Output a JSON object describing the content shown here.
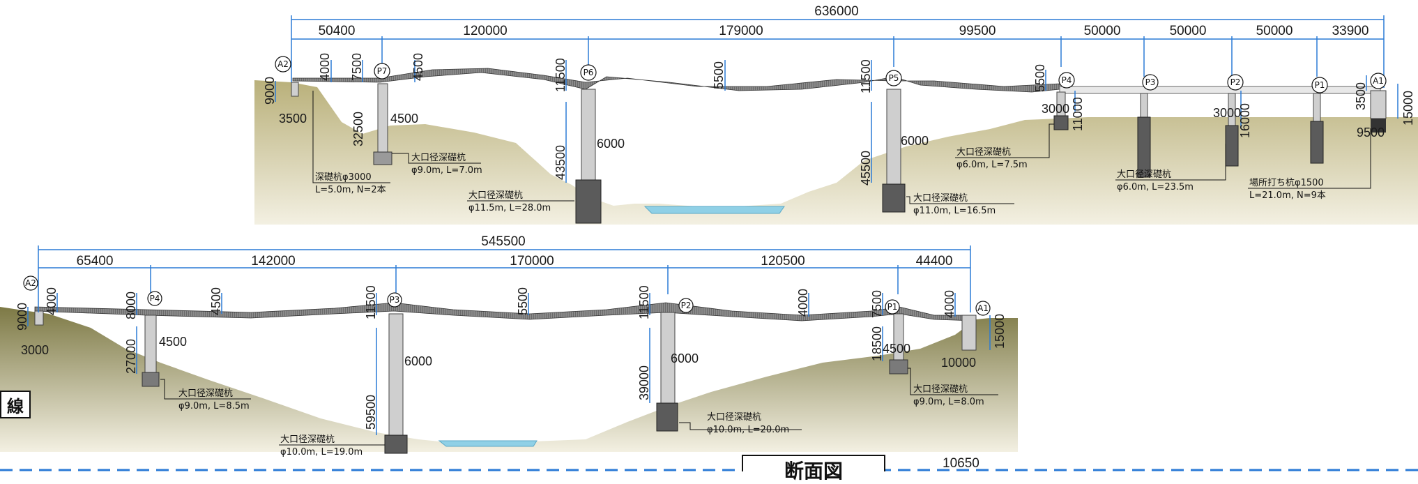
{
  "upper": {
    "total_span": "636000",
    "spans": [
      "50400",
      "120000",
      "179000",
      "99500",
      "50000",
      "50000",
      "50000",
      "33900"
    ],
    "supports": [
      "A2",
      "P7",
      "P6",
      "P5",
      "P4",
      "P3",
      "P2",
      "P1",
      "A1"
    ],
    "dims": {
      "a2_height": "9000",
      "a2_width": "3500",
      "p7_girder": "4000",
      "p7_top": "7500",
      "p7_after": "4500",
      "p7_height": "32500",
      "p7_width": "4500",
      "p6_top": "11500",
      "p6_height": "43500",
      "p6_width": "6000",
      "mid_span": "5500",
      "p5_top": "11500",
      "p5_height": "45500",
      "p5_width": "6000",
      "p4_top": "5500",
      "p4_width": "3000",
      "p4_height": "11000",
      "p2_width": "3000",
      "p2_height": "16000",
      "a1_top": "3500",
      "a1_height": "15000",
      "a1_width": "9500"
    },
    "foundations": {
      "a2": {
        "type": "深礎杭φ3000",
        "spec": "L=5.0m, N=2本"
      },
      "p7": {
        "type": "大口径深礎杭",
        "spec": "φ9.0m, L=7.0m"
      },
      "p6": {
        "type": "大口径深礎杭",
        "spec": "φ11.5m, L=28.0m"
      },
      "p5": {
        "type": "大口径深礎杭",
        "spec": "φ11.0m, L=16.5m"
      },
      "p4": {
        "type": "大口径深礎杭",
        "spec": "φ6.0m, L=7.5m"
      },
      "p2": {
        "type": "大口径深礎杭",
        "spec": "φ6.0m, L=23.5m"
      },
      "a1": {
        "type": "場所打ち杭φ1500",
        "spec": "L=21.0m, N=9本"
      }
    }
  },
  "lower": {
    "total_span": "545500",
    "spans": [
      "65400",
      "142000",
      "170000",
      "120500",
      "44400"
    ],
    "supports": [
      "A2",
      "P4",
      "P3",
      "P2",
      "P1",
      "A1"
    ],
    "dims": {
      "a2_height": "9000",
      "a2_width": "3000",
      "p4_girder": "4000",
      "p4_top": "8000",
      "p4_after": "4500",
      "p4_height": "27000",
      "p4_width": "4500",
      "p3_top": "11500",
      "p3_height": "59500",
      "p3_width": "6000",
      "mid_span": "5500",
      "p2_top": "11500",
      "p2_height": "39000",
      "p2_width": "6000",
      "p2_after": "4000",
      "p1_top": "7500",
      "p1_height": "18500",
      "p1_width": "4500",
      "a1_top": "4000",
      "a1_height": "15000",
      "a1_width": "10000"
    },
    "foundations": {
      "p4": {
        "type": "大口径深礎杭",
        "spec": "φ9.0m, L=8.5m"
      },
      "p3": {
        "type": "大口径深礎杭",
        "spec": "φ10.0m, L=19.0m"
      },
      "p2": {
        "type": "大口径深礎杭",
        "spec": "φ10.0m, L=20.0m"
      },
      "p1": {
        "type": "大口径深礎杭",
        "spec": "φ9.0m, L=8.0m"
      }
    }
  },
  "labels": {
    "left_box": "線",
    "section_box": "断面図",
    "bottom_dim": "10650"
  },
  "colors": {
    "ground_top": "#c9c08a",
    "ground_bottom": "#6e6a3a",
    "girder": "#6f6f6f",
    "pier": "#bfbfbf",
    "dim_line": "#2a7ad6",
    "water": "#8fd0e6"
  }
}
